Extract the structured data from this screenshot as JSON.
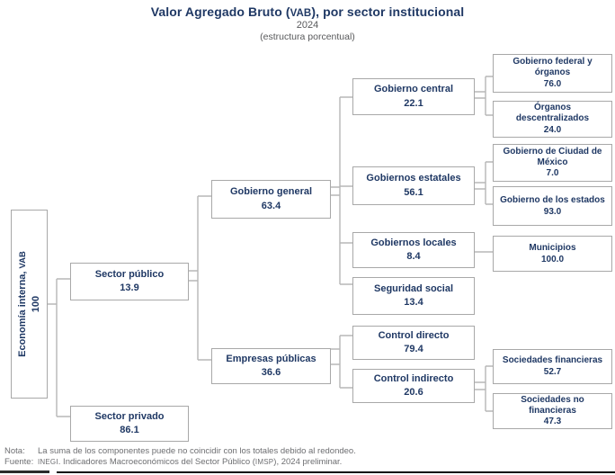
{
  "header": {
    "title_parts": [
      "Valor Agregado Bruto (",
      "VAB",
      "), por sector institucional"
    ],
    "year": "2024",
    "subtitle": "(estructura porcentual)"
  },
  "nodes": {
    "economia_interna": {
      "label_main": "Economía interna,",
      "label_acronym": "VAB",
      "value": "100"
    },
    "sector_publico": {
      "label": "Sector público",
      "value": "13.9"
    },
    "sector_privado": {
      "label": "Sector privado",
      "value": "86.1"
    },
    "gobierno_general": {
      "label": "Gobierno general",
      "value": "63.4"
    },
    "empresas_publicas": {
      "label": "Empresas públicas",
      "value": "36.6"
    },
    "gobierno_central": {
      "label": "Gobierno central",
      "value": "22.1"
    },
    "gobiernos_estatales": {
      "label": "Gobiernos estatales",
      "value": "56.1"
    },
    "gobiernos_locales": {
      "label": "Gobiernos locales",
      "value": "8.4"
    },
    "seguridad_social": {
      "label": "Seguridad social",
      "value": "13.4"
    },
    "control_directo": {
      "label": "Control directo",
      "value": "79.4"
    },
    "control_indirecto": {
      "label": "Control indirecto",
      "value": "20.6"
    },
    "gobierno_federal_organos": {
      "label": "Gobierno federal y\nórganos",
      "value": "76.0"
    },
    "organos_descentralizados": {
      "label": "Órganos\ndescentralizados",
      "value": "24.0"
    },
    "gobierno_cdmx": {
      "label": "Gobierno de Ciudad de\nMéxico",
      "value": "7.0"
    },
    "gobierno_estados": {
      "label": "Gobierno de los estados",
      "value": "93.0"
    },
    "municipios": {
      "label": "Municipios",
      "value": "100.0"
    },
    "sociedades_financieras": {
      "label": "Sociedades financieras",
      "value": "52.7"
    },
    "sociedades_no_financieras": {
      "label": "Sociedades no\nfinancieras",
      "value": "47.3"
    }
  },
  "hierarchy": {
    "economia_interna": [
      "sector_publico",
      "sector_privado"
    ],
    "sector_publico": [
      "gobierno_general",
      "empresas_publicas"
    ],
    "gobierno_general": [
      "gobierno_central",
      "gobiernos_estatales",
      "gobiernos_locales",
      "seguridad_social"
    ],
    "gobierno_central": [
      "gobierno_federal_organos",
      "organos_descentralizados"
    ],
    "gobiernos_estatales": [
      "gobierno_cdmx",
      "gobierno_estados"
    ],
    "gobiernos_locales": [
      "municipios"
    ],
    "empresas_publicas": [
      "control_directo",
      "control_indirecto"
    ],
    "control_indirecto": [
      "sociedades_financieras",
      "sociedades_no_financieras"
    ]
  },
  "footer": {
    "nota_label": "Nota:",
    "nota_text": "La suma de los componentes puede no coincidir con los totales debido al redondeo.",
    "fuente_label": "Fuente:",
    "fuente_parts": [
      "INEGI",
      ". Indicadores Macroeconómicos del Sector Público (",
      "IMSP",
      "), 2024 preliminar."
    ]
  },
  "colors": {
    "navy_text": "#1F3864",
    "box_border": "#A8A8A8",
    "connector": "#B7B7B7",
    "subtitle_gray": "#58595B",
    "footer_gray": "#6D6E71"
  }
}
